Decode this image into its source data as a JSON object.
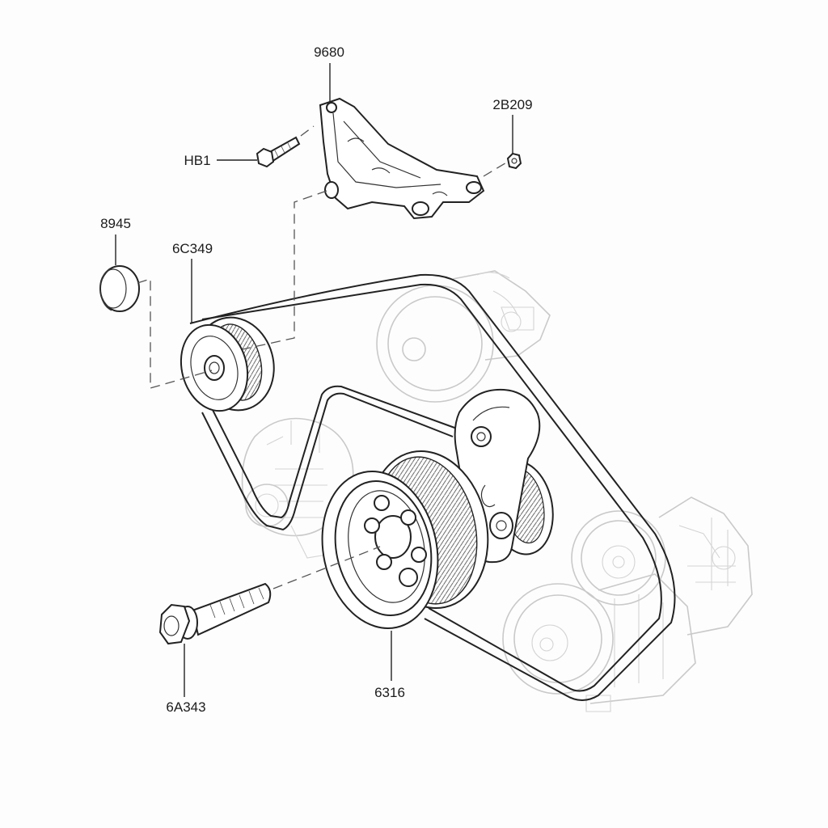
{
  "diagram": {
    "callouts": {
      "bracket": "9680",
      "bracket_bolt": "HB1",
      "bracket_nut": "2B209",
      "idler_cap": "8945",
      "idler_pulley": "6C349",
      "crank_bolt": "6A343",
      "crank_pulley": "6316"
    }
  }
}
